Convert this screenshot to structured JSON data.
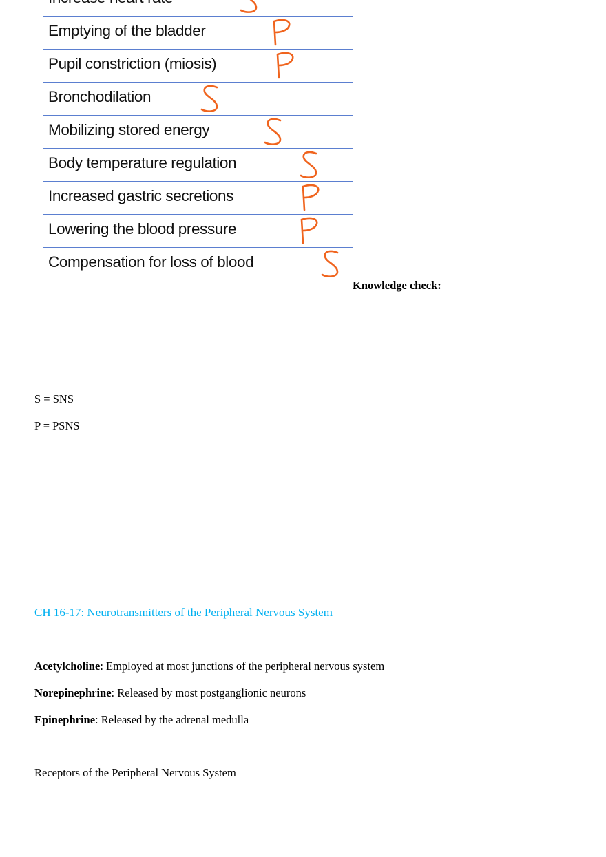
{
  "table": {
    "rows": [
      {
        "function": "Increase heart rate",
        "answer": "S"
      },
      {
        "function": "Emptying of the bladder",
        "answer": "P"
      },
      {
        "function": "Pupil constriction (miosis)",
        "answer": "P"
      },
      {
        "function": "Bronchodilation",
        "answer": "S"
      },
      {
        "function": "Mobilizing stored energy",
        "answer": "S"
      },
      {
        "function": "Body temperature regulation",
        "answer": "S"
      },
      {
        "function": "Increased gastric secretions",
        "answer": "P"
      },
      {
        "function": "Lowering the blood pressure",
        "answer": "P"
      },
      {
        "function": "Compensation for loss of blood",
        "answer": "S"
      }
    ],
    "line_color": "#5b7fd0",
    "ink_color": "#f0641e"
  },
  "knowledge_check": "Knowledge check:",
  "legend": {
    "s": "S = SNS",
    "p": "P = PSNS"
  },
  "heading": "CH 16-17: Neurotransmitters of the Peripheral Nervous System",
  "neurotransmitters": [
    {
      "term": "Acetylcholine",
      "desc": ": Employed at most junctions of the peripheral nervous system"
    },
    {
      "term": "Norepinephrine",
      "desc": ": Released by most postganglionic neurons"
    },
    {
      "term": "Epinephrine",
      "desc": ": Released by the adrenal medulla"
    }
  ],
  "receptors": "Receptors of the Peripheral Nervous System"
}
